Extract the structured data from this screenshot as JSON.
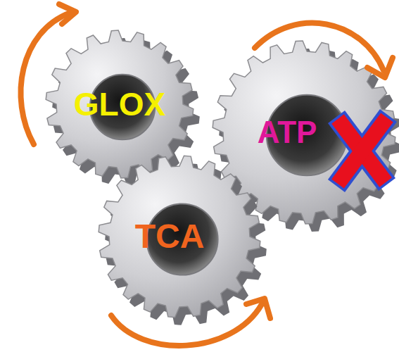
{
  "diagram": {
    "nodes": [
      {
        "text": [
          "GLOX"
        ]
      },
      {
        "text": [
          "ATP"
        ]
      },
      {
        "text": [
          "TCA"
        ]
      }
    ]
  }
}
